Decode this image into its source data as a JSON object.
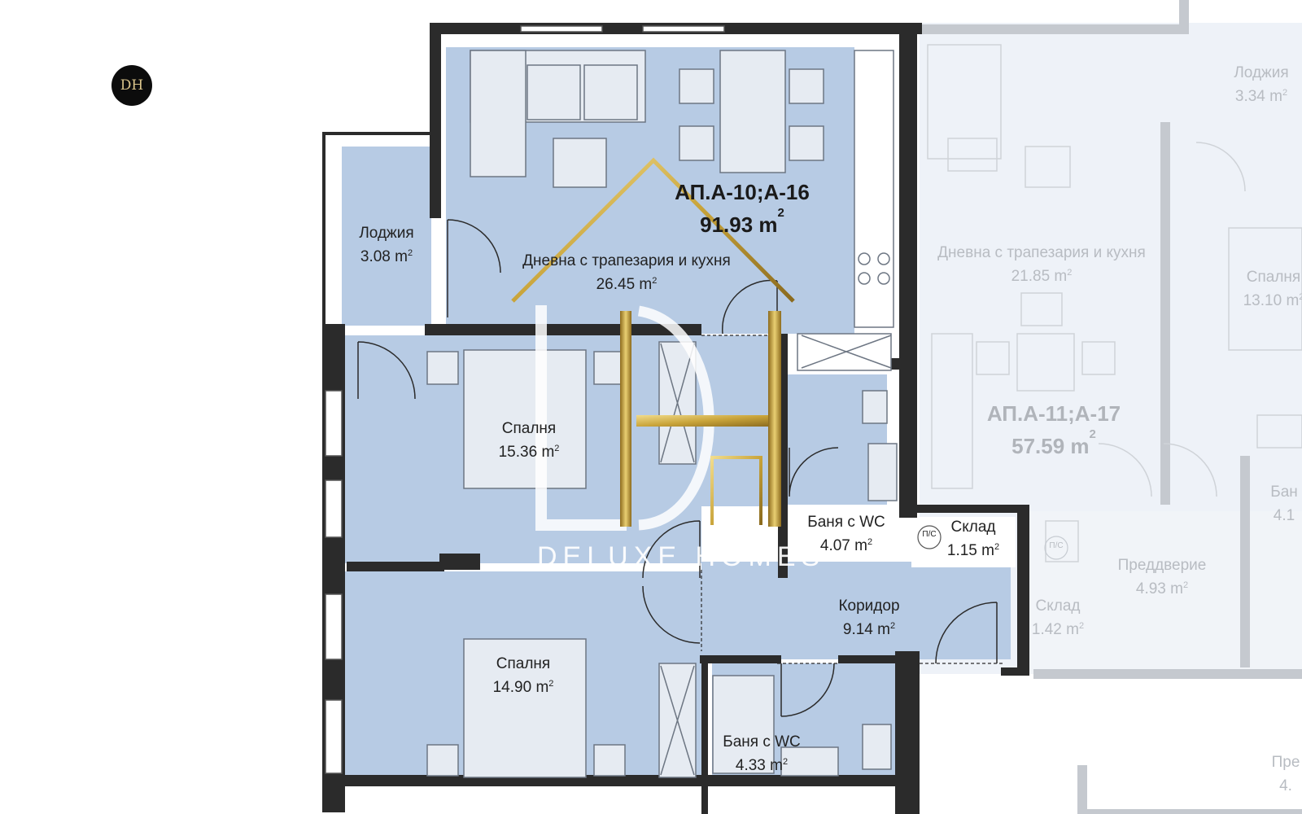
{
  "logo": {
    "initials": "DH",
    "brand_text": "DELUXE HOMES"
  },
  "apartment": {
    "id": "АП.А-10;А-16",
    "area": "91.93",
    "unit": "m"
  },
  "rooms": {
    "living": {
      "name": "Дневна с трапезария и кухня",
      "area": "26.45"
    },
    "loggia": {
      "name": "Лоджия",
      "area": "3.08"
    },
    "bedroom1": {
      "name": "Спалня",
      "area": "15.36"
    },
    "bedroom2": {
      "name": "Спалня",
      "area": "14.90"
    },
    "bath1": {
      "name": "Баня с WC",
      "area": "4.07"
    },
    "bath2": {
      "name": "Баня с WC",
      "area": "4.33"
    },
    "storage": {
      "name": "Склад",
      "area": "1.15",
      "shaft": "П/С"
    },
    "corridor": {
      "name": "Коридор",
      "area": "9.14"
    }
  },
  "neighbor": {
    "apartment": {
      "id": "АП.А-11;А-17",
      "area": "57.59",
      "unit": "m"
    },
    "rooms": {
      "loggia": {
        "name": "Лоджия",
        "area": "3.34"
      },
      "living": {
        "name": "Дневна с трапезария и кухня",
        "area": "21.85"
      },
      "bedroom": {
        "name": "Спалня",
        "area": "13.10"
      },
      "bath": {
        "name": "Бан",
        "area": "4.1"
      },
      "hall": {
        "name": "Преддверие",
        "area": "4.93"
      },
      "storage": {
        "name": "Склад",
        "area": "1.42",
        "shaft": "П/С"
      },
      "partial": {
        "name": "Пре",
        "area": "4."
      }
    }
  },
  "colors": {
    "room_fill": "#b7cbe4",
    "wall": "#2b2b2b",
    "gold": "#d4b03c",
    "ghost_fill": "#eef2f8"
  }
}
